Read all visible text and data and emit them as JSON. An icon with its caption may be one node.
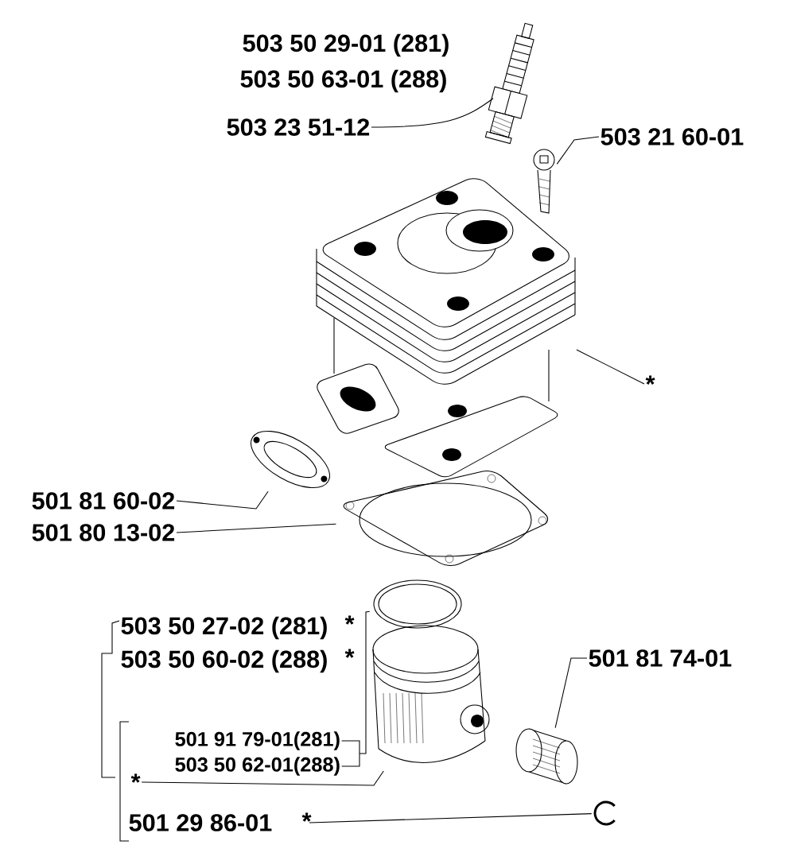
{
  "diagram": {
    "nodes": [
      {
        "text": [
          "503 23 51-12"
        ]
      },
      {
        "text": [],
        "shape": "picture"
      },
      {
        "text": [
          "503 21 60-01"
        ]
      },
      {
        "text": [],
        "shape": "picture"
      },
      {
        "text": [],
        "shape": "picture"
      },
      {
        "text": [
          "*"
        ]
      },
      {
        "text": [],
        "shape": "picture"
      },
      {
        "text": [
          "501 81 60-02"
        ]
      },
      {
        "text": [
          "501 80 13-02"
        ]
      },
      {
        "text": [],
        "shape": "picture"
      },
      {
        "text": [],
        "shape": "picture"
      },
      {
        "text": [
          "501 81 74-01"
        ]
      },
      {
        "text": [],
        "shape": "picture"
      },
      {
        "text": [],
        "shape": "picture"
      },
      {
        "text": [
          "501 91 79-01(281)"
        ]
      },
      {
        "text": [
          "503 50 62-01(288)"
        ]
      },
      {
        "text": [
          "*"
        ]
      },
      {
        "text": [
          "501 29 86-01"
        ]
      },
      {
        "text": [],
        "shape": "picture"
      }
    ],
    "edges": [
      {
        "from": 0,
        "to": 1,
        "arrow": "none"
      },
      {
        "from": 2,
        "to": 3,
        "arrow": "none"
      },
      {
        "from": 5,
        "to": 4,
        "arrow": "none"
      },
      {
        "from": 7,
        "to": 6,
        "arrow": "none"
      },
      {
        "from": 8,
        "to": 9,
        "arrow": "none"
      },
      {
        "from": 14,
        "to": 10,
        "arrow": "none"
      },
      {
        "from": 15,
        "to": 10,
        "arrow": "none"
      },
      {
        "from": 11,
        "to": 13,
        "arrow": "none"
      },
      {
        "from": 16,
        "to": 12,
        "arrow": "none"
      },
      {
        "from": 17,
        "to": 18,
        "arrow": "none"
      }
    ],
    "labels": [
      "503 50 29-01 (281)",
      "503 50 63-01 (288)",
      "503 50 27-02 (281)",
      "*",
      "503 50 60-02 (288)",
      "*",
      "*"
    ]
  }
}
